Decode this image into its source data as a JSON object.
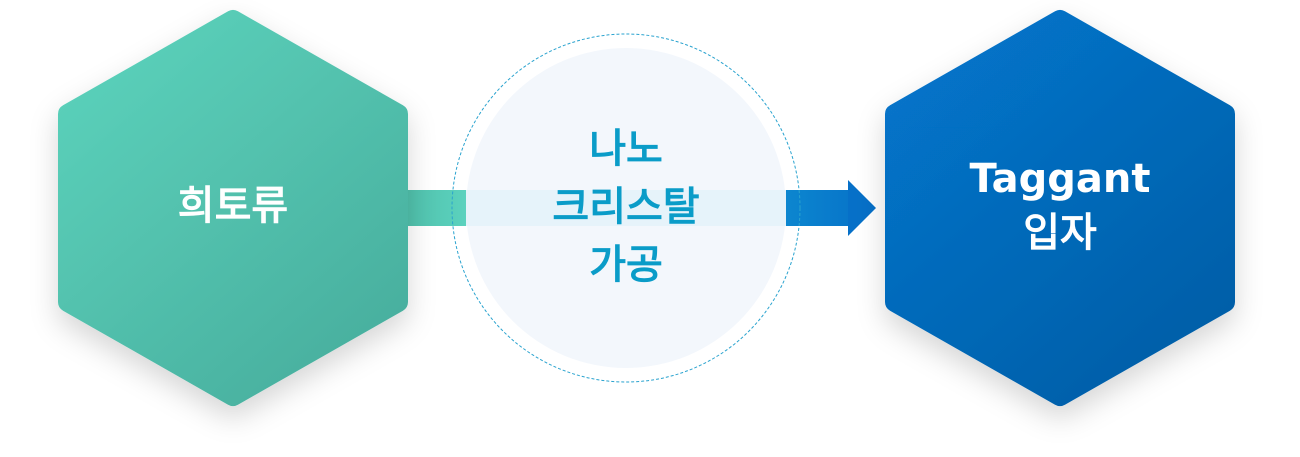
{
  "nodes": {
    "source": {
      "label": "희토류",
      "color_start": "#5bd3bd",
      "color_end": "#45ac9c"
    },
    "process": {
      "line1": "나노",
      "line2": "크리스탈",
      "line3": "가공",
      "text_color": "#0a9cc8"
    },
    "result": {
      "line1": "Taggant",
      "line2": "입자",
      "color_start": "#0774cc",
      "color_end": "#045ea6"
    }
  }
}
